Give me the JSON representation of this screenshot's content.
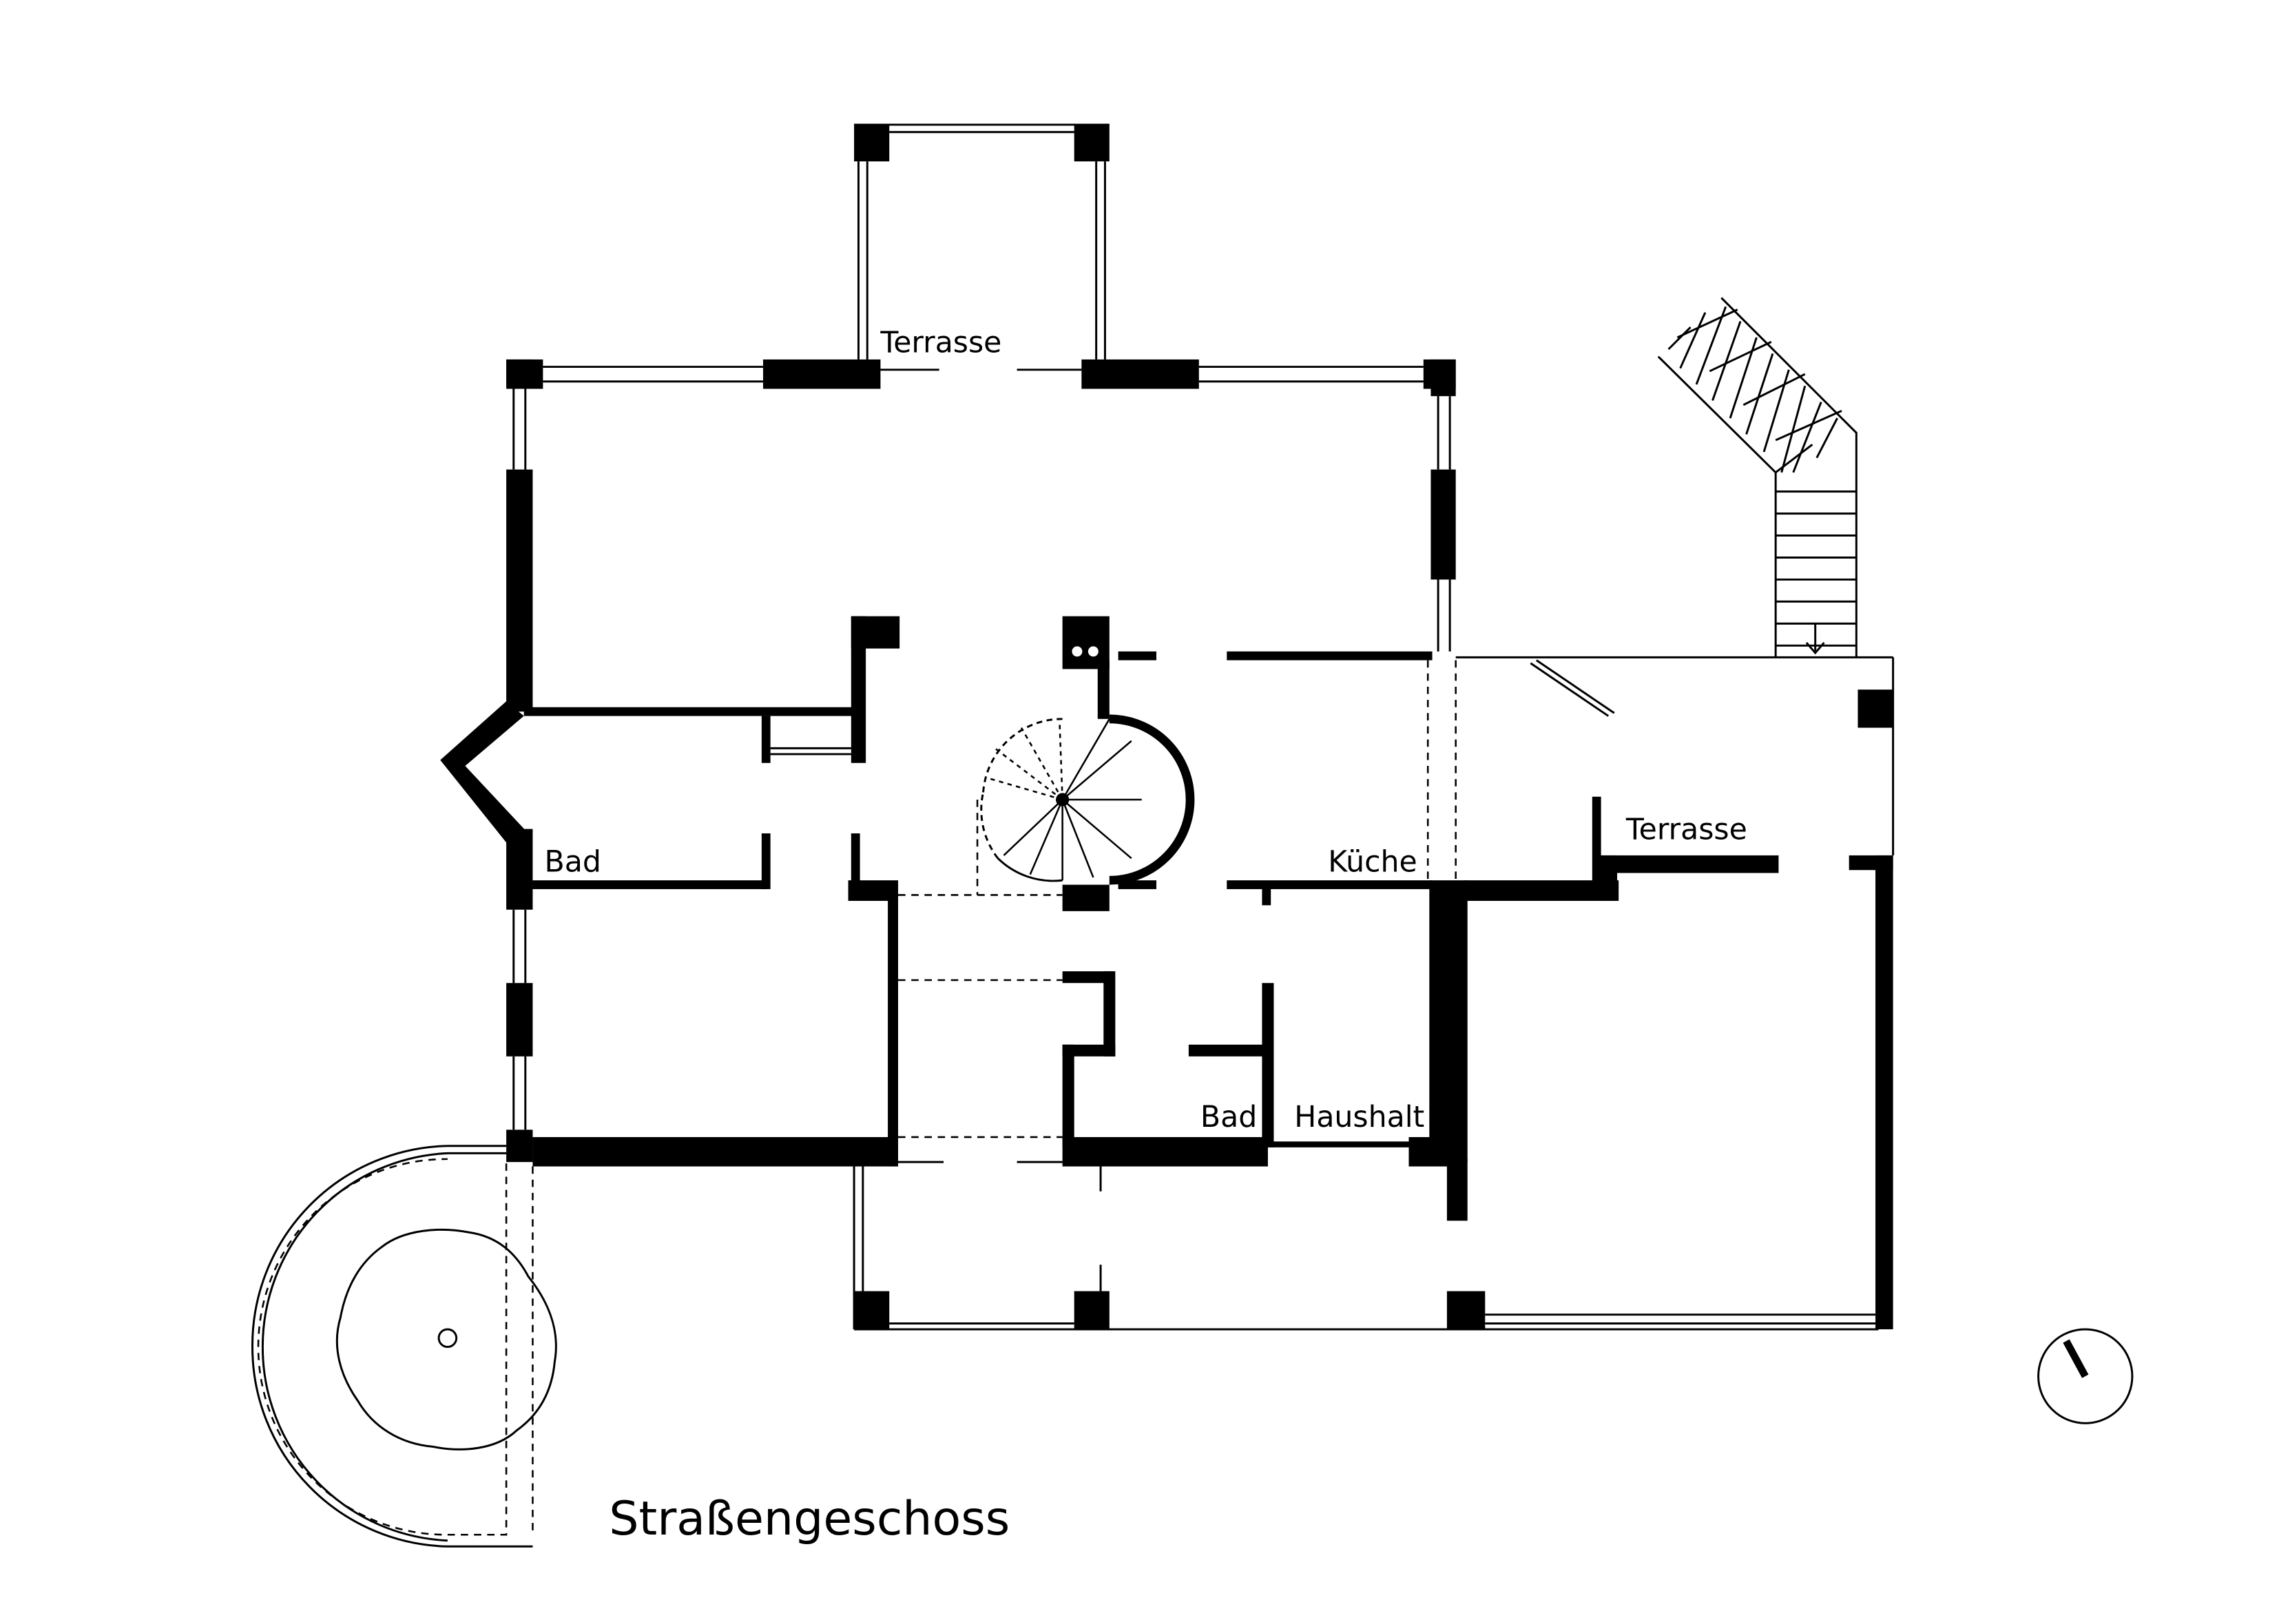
{
  "title": "Straßengeschoss",
  "rooms": {
    "terrace_north": "Terrasse",
    "terrace_east": "Terrasse",
    "bath_west": "Bad",
    "kitchen": "Küche",
    "bath_south": "Bad",
    "utility": "Haushalt"
  },
  "colors": {
    "ink": "#000000",
    "paper": "#ffffff"
  },
  "icons": {
    "north_arrow": "north-arrow-icon",
    "spiral_stair": "spiral-staircase-icon",
    "tree": "tree-icon"
  }
}
